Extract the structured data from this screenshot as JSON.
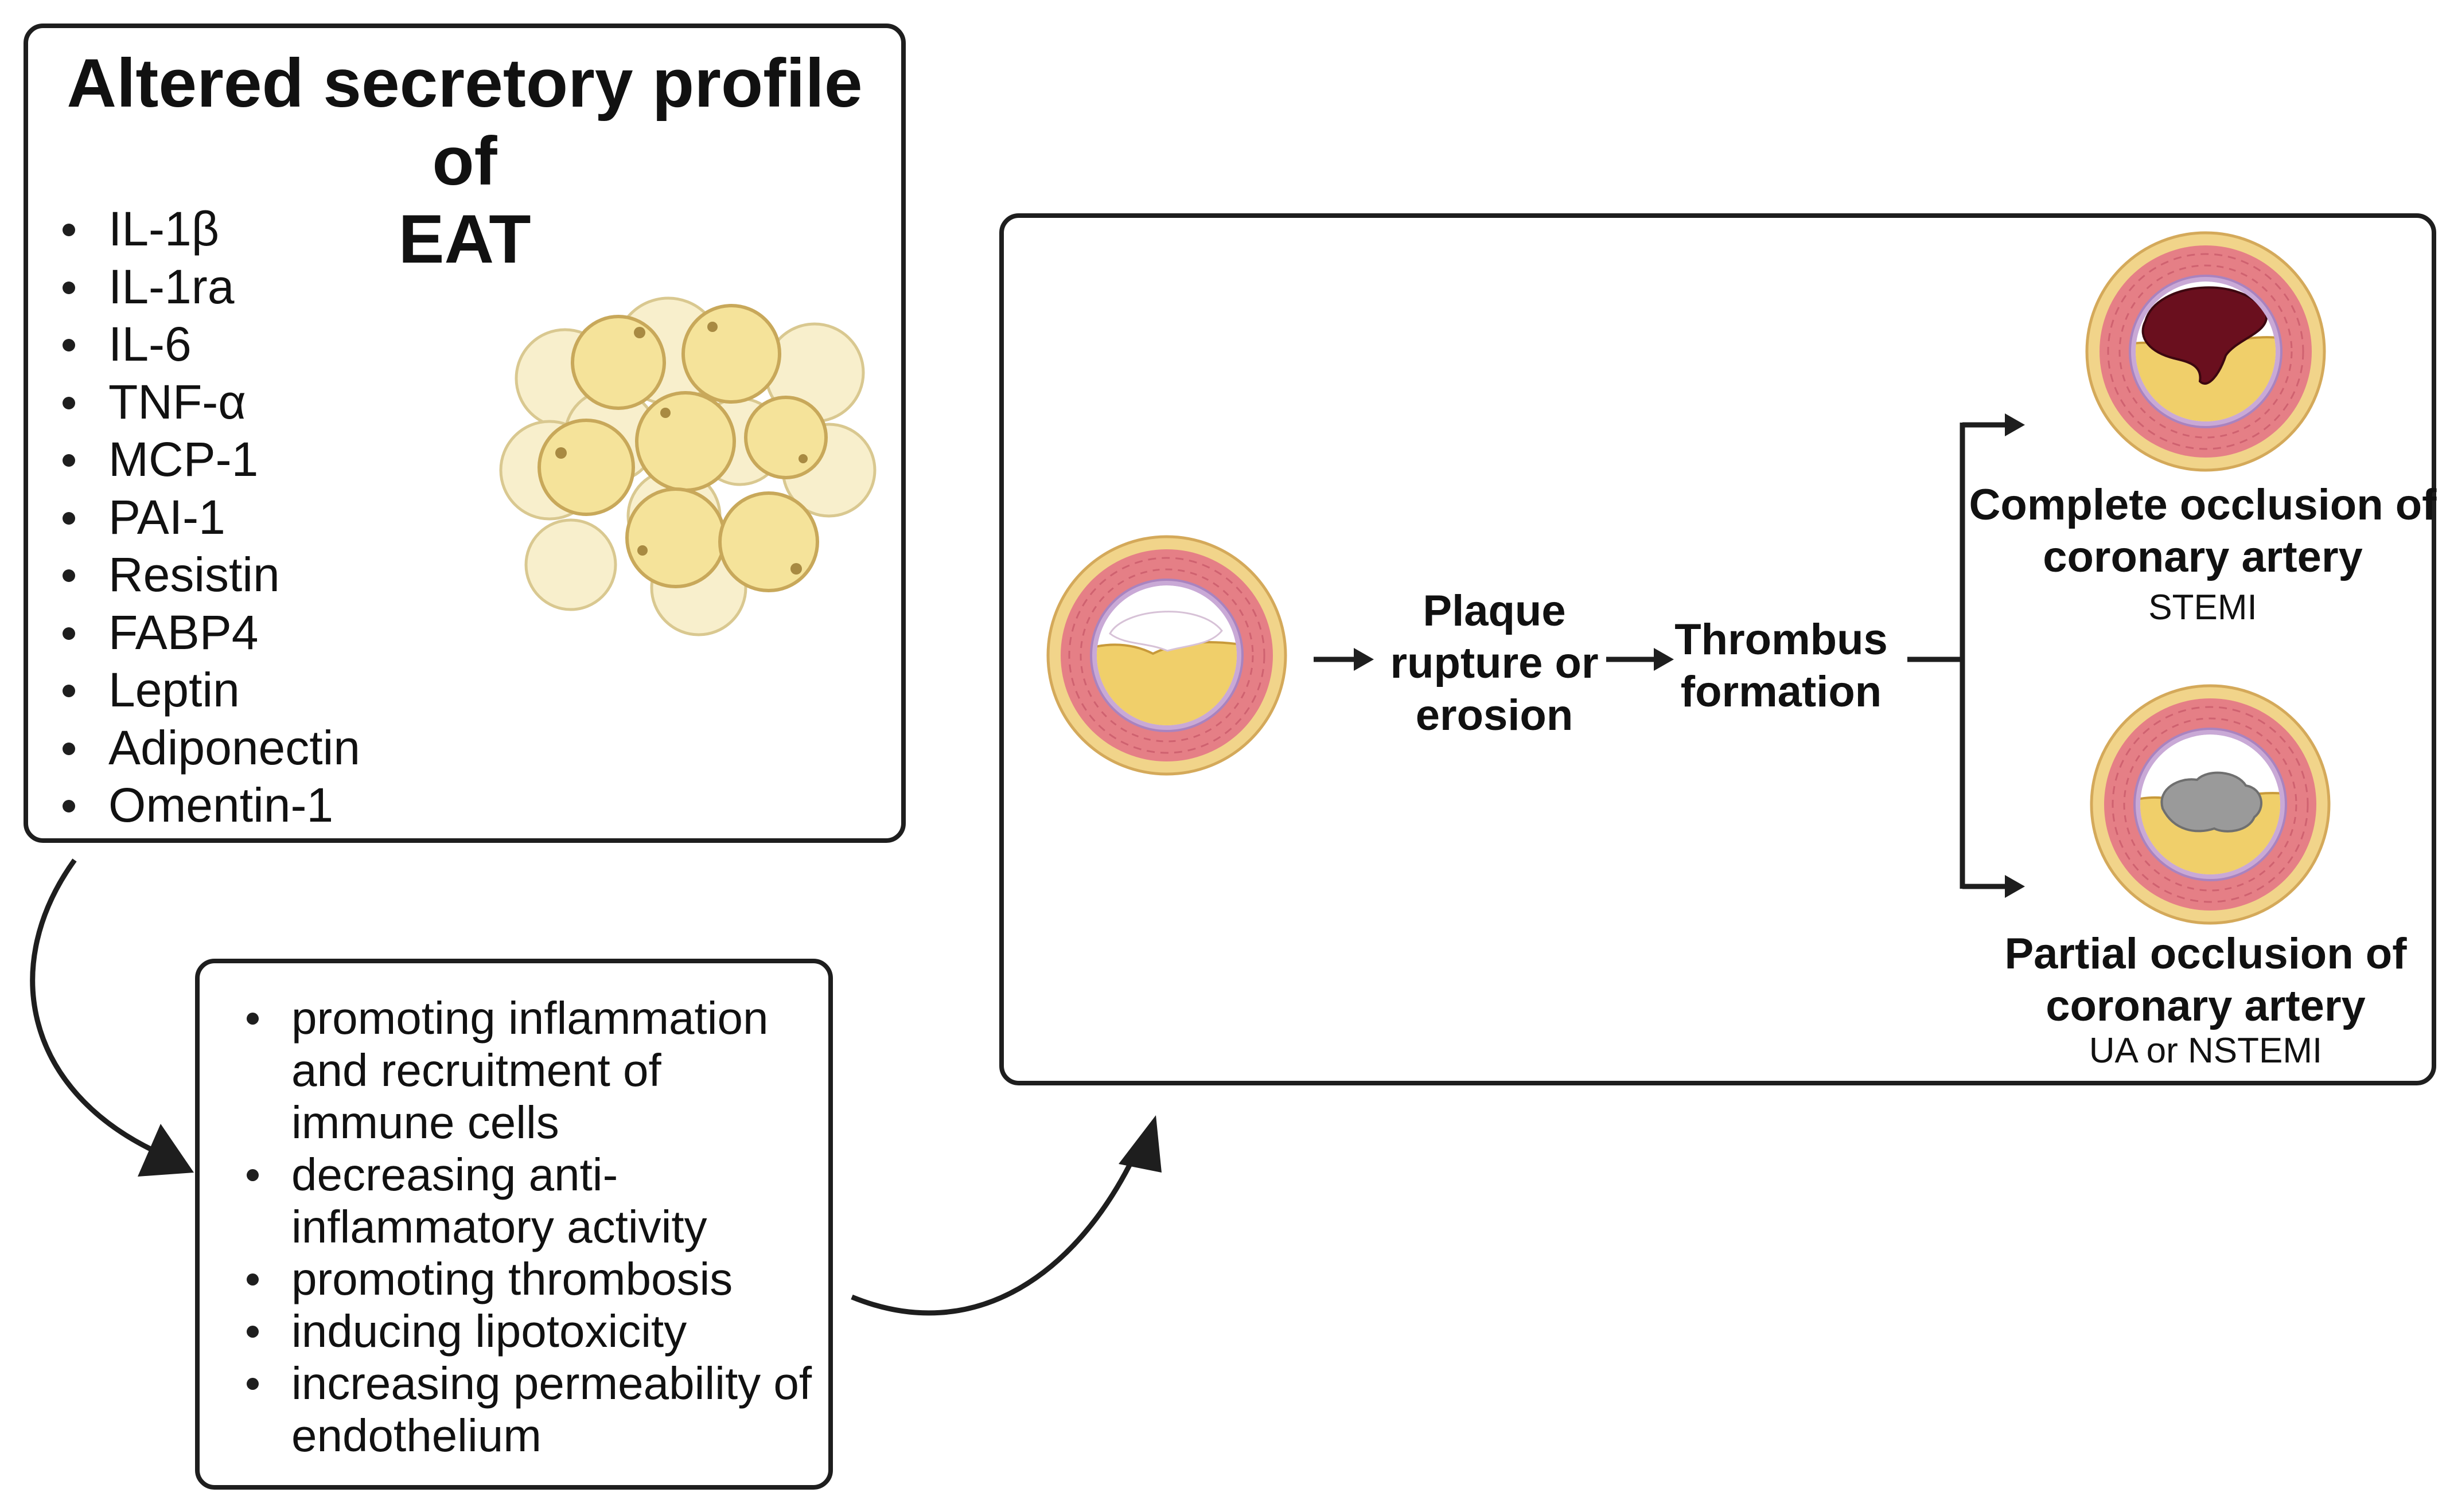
{
  "eat_box": {
    "title_line1": "Altered secretory profile of",
    "title_line2": "EAT",
    "adipokines": [
      "IL-1β",
      "IL-1ra",
      "IL-6",
      "TNF-α",
      "MCP-1",
      "PAI-1",
      "Resistin",
      "FABP4",
      "Leptin",
      "Adiponectin",
      "Omentin-1"
    ]
  },
  "effects_box": {
    "items": [
      "promoting inflammation and recruitment of immune cells",
      "decreasing anti-inflammatory activity",
      "promoting thrombosis",
      "inducing lipotoxicity",
      "increasing permeability of endothelium"
    ]
  },
  "pathway": {
    "step1": "Plaque rupture or erosion",
    "step2": "Thrombus formation",
    "complete": {
      "title": "Complete occlusion of coronary artery",
      "subtitle": "STEMI"
    },
    "partial": {
      "title": "Partial occlusion of coronary artery",
      "subtitle": "UA or NSTEMI"
    }
  },
  "colors": {
    "border": "#1e1e1e",
    "adipocyte_fill": "#f5e39a",
    "adipocyte_pale": "#f8efcc",
    "vessel_wall": "#e57f86",
    "vessel_outer": "#f1d48a",
    "intima": "#c9a9d6",
    "plaque_lipid": "#f0cf6a",
    "thrombus_red": "#6a0f1e",
    "thrombus_gray": "#9a9a9a"
  }
}
